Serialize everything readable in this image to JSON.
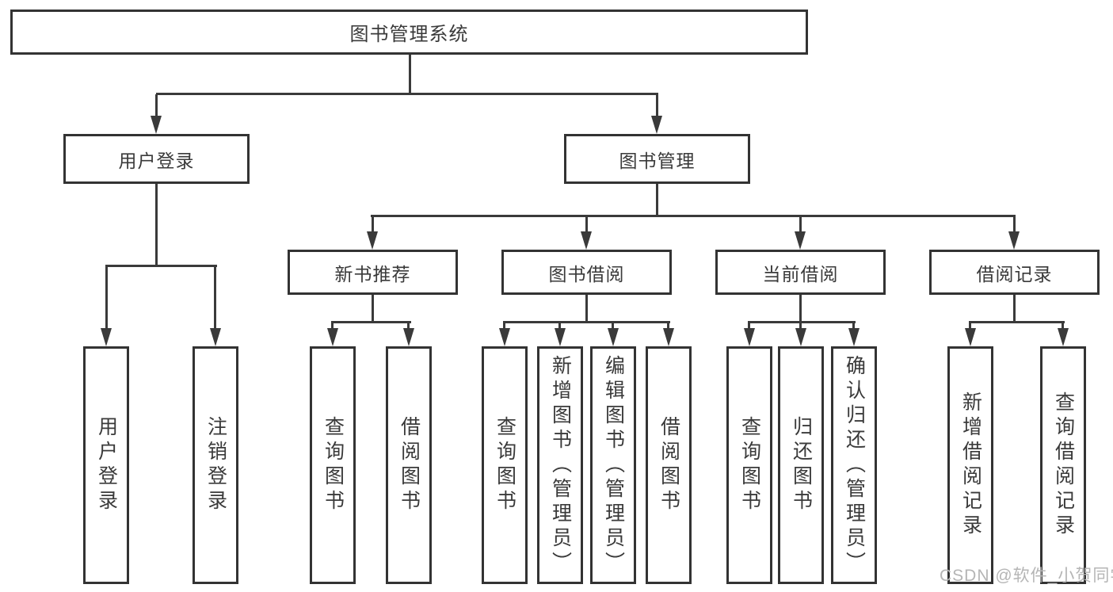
{
  "nodes": {
    "root": "图书管理系统",
    "user_login": "用户登录",
    "book_mgmt": "图书管理",
    "leaf_user_login": "用户登录",
    "leaf_logout": "注销登录",
    "new_book_rec": "新书推荐",
    "book_borrow": "图书借阅",
    "current_borrow": "当前借阅",
    "borrow_record": "借阅记录",
    "nbr_query_book": "查询图书",
    "nbr_borrow_book": "借阅图书",
    "bb_query_book": "查询图书",
    "bb_add_book": "新增图书（管理员）",
    "bb_edit_book": "编辑图书（管理员）",
    "bb_borrow_book": "借阅图书",
    "cb_query_book": "查询图书",
    "cb_return_book": "归还图书",
    "cb_confirm_return": "确认归还（管理员）",
    "br_add_record": "新增借阅记录",
    "br_query_record": "查询借阅记录"
  },
  "watermark": "CSDN @软件_小贺同学",
  "colors": {
    "line": "#3a3a3a",
    "border": "#333333",
    "text": "#3a3a3a",
    "background": "#ffffff",
    "watermark": "#b5b5b5"
  }
}
